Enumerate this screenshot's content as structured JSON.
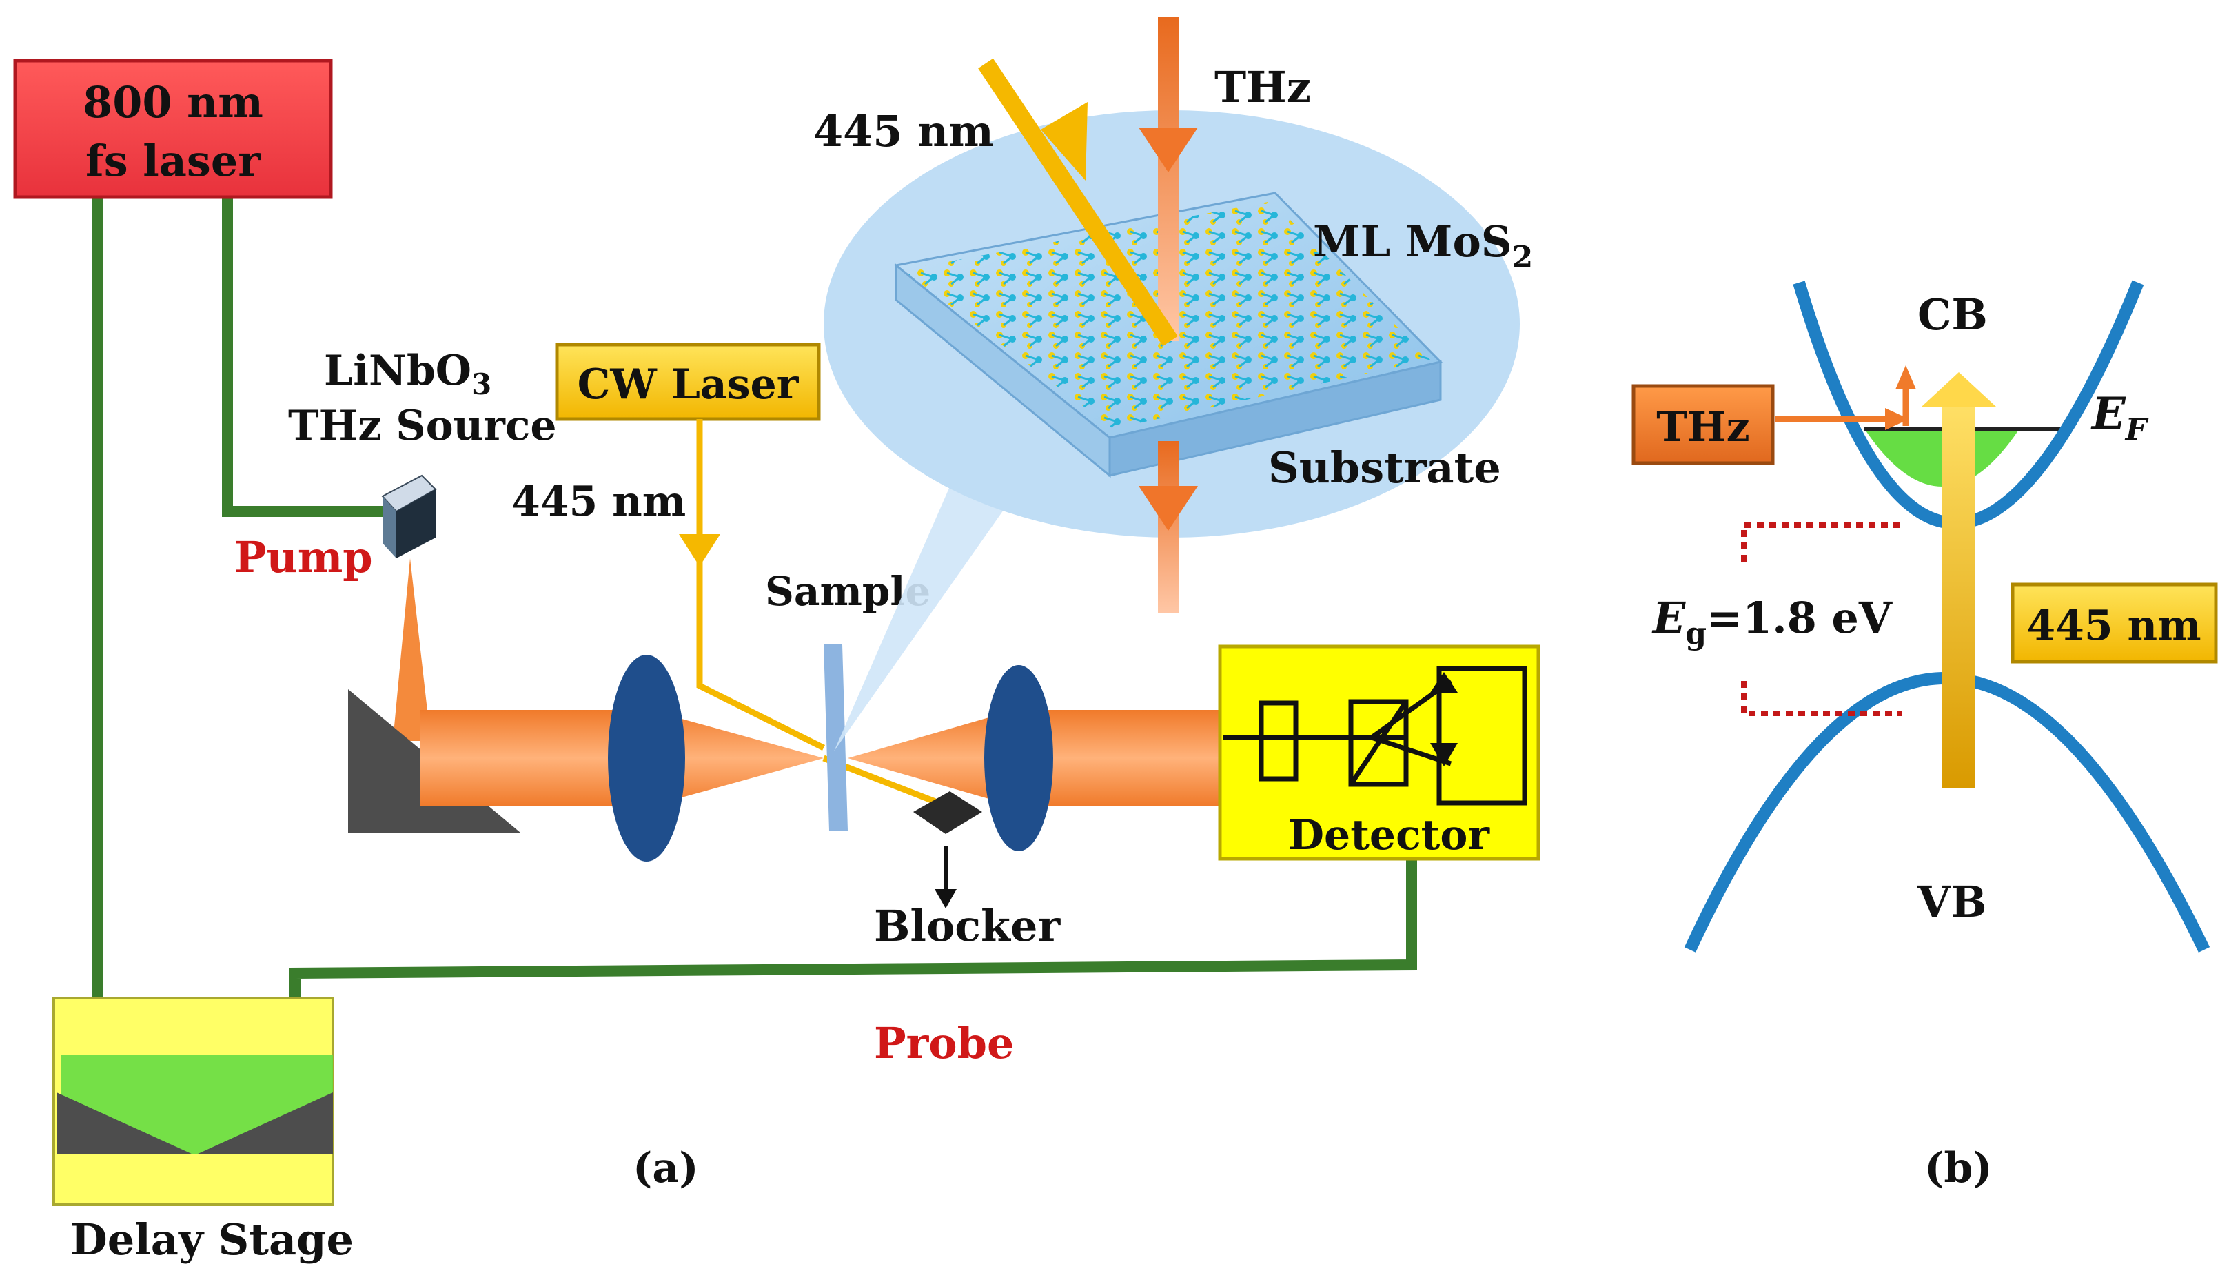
{
  "panel_a": {
    "caption": "(a)",
    "fs_laser": {
      "line1": "800 nm",
      "line2": "fs laser",
      "color": "#f03c46"
    },
    "thz_source": {
      "line1_main": "LiNbO",
      "line1_sub": "3",
      "line2": "THz Source"
    },
    "pump_label": "Pump",
    "probe_label": "Probe",
    "cw_laser": {
      "label": "CW Laser",
      "color": "#ffd700"
    },
    "cw_wavelength": "445 nm",
    "sample_label": "Sample",
    "blocker_label": "Blocker",
    "detector_label": "Detector",
    "delay_stage_label": "Delay Stage",
    "inset": {
      "thz_label": "THz",
      "pump_wavelength": "445 nm",
      "material_main": "ML MoS",
      "material_sub": "2",
      "substrate_label": "Substrate"
    }
  },
  "panel_b": {
    "caption": "(b)",
    "cb_label": "CB",
    "vb_label": "VB",
    "fermi_main": "E",
    "fermi_sub": "F",
    "gap_main": "E",
    "gap_sub": "g",
    "gap_value": "=1.8 eV",
    "thz_label": "THz",
    "pump_wavelength": "445 nm"
  },
  "colors": {
    "green_path": "#3a7d2c",
    "thz_beam": "#f48a3c",
    "cw_beam": "#f5b800",
    "lens": "#1f4e8c",
    "band": "#1f7fc4",
    "accent_red": "#d01818",
    "yellow_box": "#ffff00"
  }
}
